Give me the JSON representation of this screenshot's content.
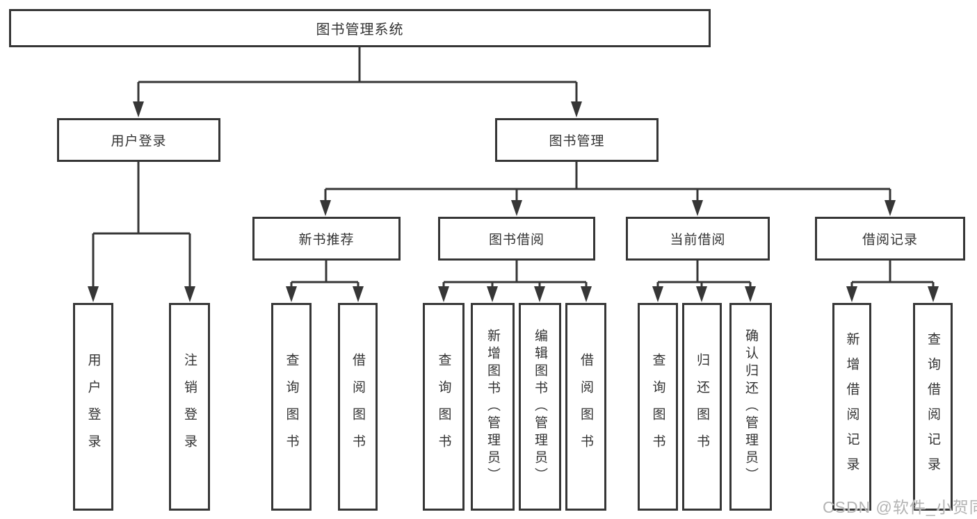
{
  "root": {
    "label": "图书管理系统"
  },
  "level2": {
    "user_login": {
      "label": "用户登录"
    },
    "book_management": {
      "label": "图书管理"
    }
  },
  "level3": {
    "new_book_recommend": {
      "label": "新书推荐"
    },
    "book_borrow": {
      "label": "图书借阅"
    },
    "current_borrow": {
      "label": "当前借阅"
    },
    "borrow_record": {
      "label": "借阅记录"
    }
  },
  "leaves": [
    {
      "label": "用户登录"
    },
    {
      "label": "注销登录"
    },
    {
      "label": "查询图书"
    },
    {
      "label": "借阅图书"
    },
    {
      "label": "查询图书"
    },
    {
      "label": "新增图书（管理员）"
    },
    {
      "label": "编辑图书（管理员）"
    },
    {
      "label": "借阅图书"
    },
    {
      "label": "查询图书"
    },
    {
      "label": "归还图书"
    },
    {
      "label": "确认归还（管理员）"
    },
    {
      "label": "新增借阅记录"
    },
    {
      "label": "查询借阅记录"
    }
  ],
  "watermark": {
    "text": "CSDN @软件_小贺同学"
  },
  "colors": {
    "line": "#363636",
    "text": "#333333",
    "background": "#ffffff",
    "watermark": "#b3b3b3"
  }
}
